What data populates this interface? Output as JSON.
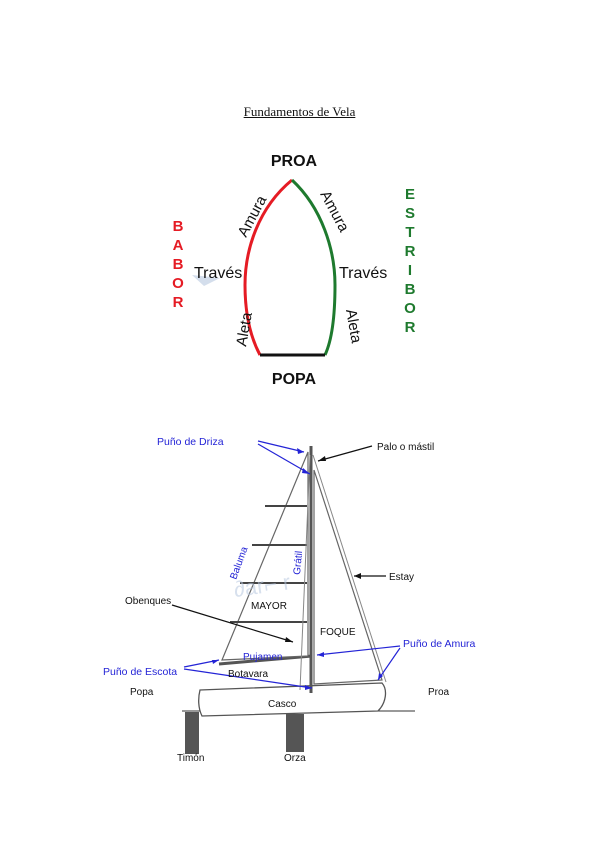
{
  "title": "Fundamentos de Vela",
  "boat_diagram": {
    "bow": "PROA",
    "stern": "POPA",
    "port": [
      "B",
      "A",
      "B",
      "O",
      "R"
    ],
    "starboard": [
      "E",
      "S",
      "T",
      "R",
      "I",
      "B",
      "O",
      "R"
    ],
    "left_labels": {
      "bow_quarter": "Amura",
      "beam": "Través",
      "quarter": "Aleta"
    },
    "right_labels": {
      "bow_quarter": "Amura",
      "beam": "Través",
      "quarter": "Aleta"
    },
    "colors": {
      "port": "#e51b24",
      "starboard": "#1e7a2e",
      "stern": "#111111"
    }
  },
  "sailboat_diagram": {
    "labels": {
      "head": "Puño de Driza",
      "mast": "Palo o mástil",
      "leech": "Baluma",
      "luff": "Grátil",
      "forestay": "Estay",
      "shrouds": "Obenques",
      "mainsail": "MAYOR",
      "jib": "FOQUE",
      "tack": "Puño de Amura",
      "foot": "Pujamen",
      "clew": "Puño de Escota",
      "boom": "Botavara",
      "stern": "Popa",
      "bow": "Proa",
      "hull": "Casco",
      "rudder": "Timón",
      "keel": "Orza"
    },
    "colors": {
      "blue_labels": "#2424d6",
      "black_labels": "#111111"
    }
  }
}
